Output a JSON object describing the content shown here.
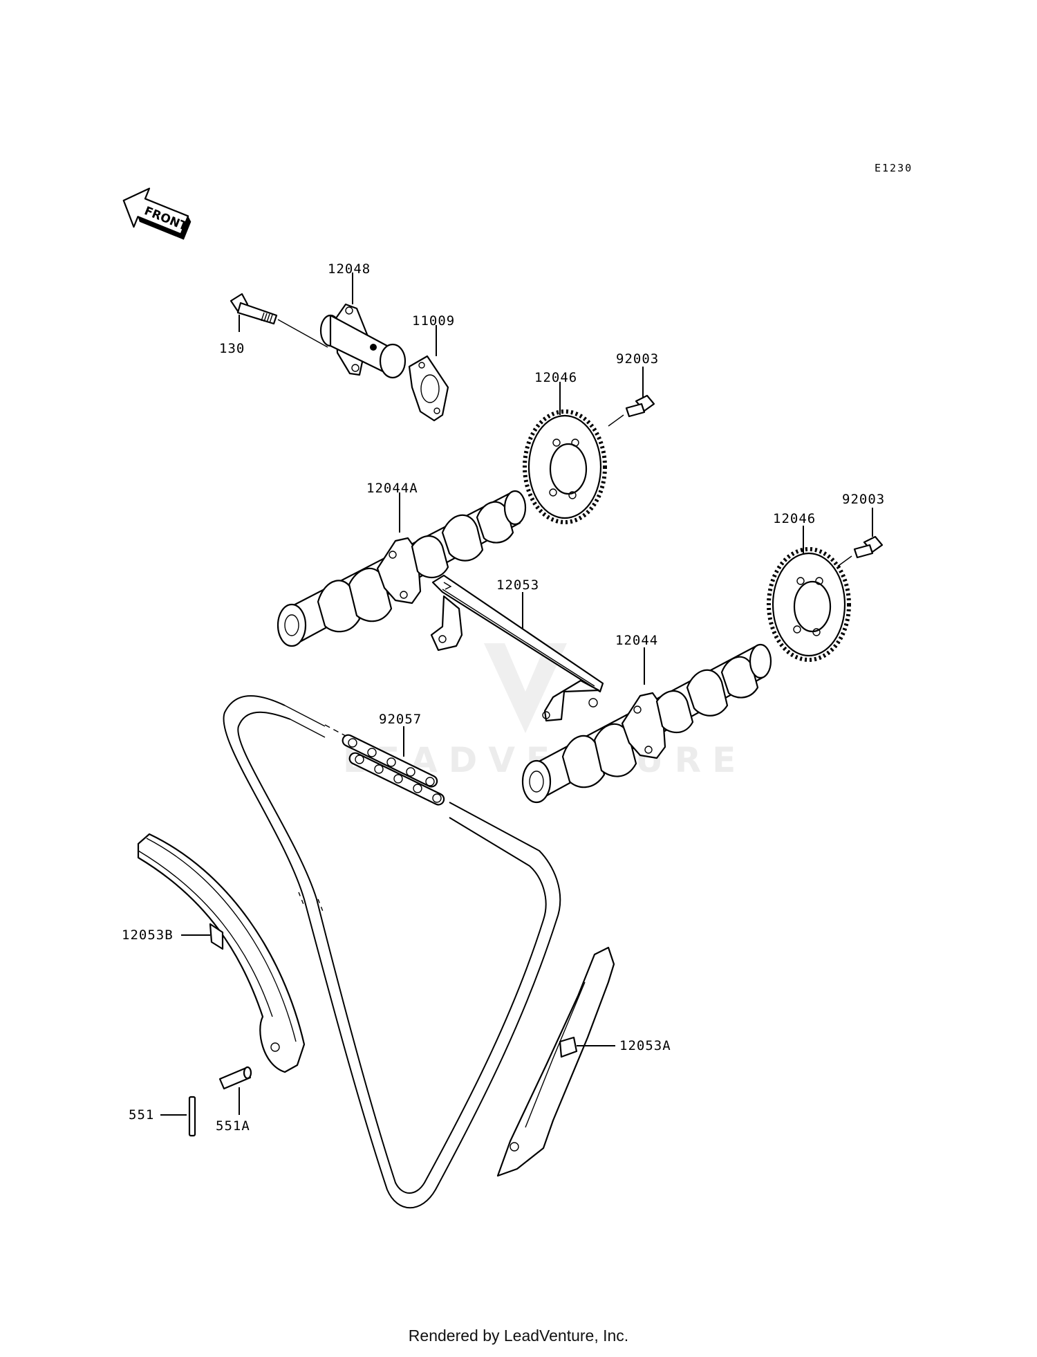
{
  "diagram_code": "E1230",
  "front_label": "FRONT",
  "watermark": "LEADVENTURE",
  "footer": "Rendered by LeadVenture, Inc.",
  "parts": {
    "p130": "130",
    "p12048": "12048",
    "p11009": "11009",
    "p12046_a": "12046",
    "p92003_a": "92003",
    "p12044A": "12044A",
    "p92003_b": "92003",
    "p12046_b": "12046",
    "p12053": "12053",
    "p12044": "12044",
    "p92057": "92057",
    "p12053B": "12053B",
    "p12053A": "12053A",
    "p551": "551",
    "p551A": "551A"
  },
  "colors": {
    "line": "#000000",
    "background": "#ffffff",
    "watermark": "#ececec"
  }
}
